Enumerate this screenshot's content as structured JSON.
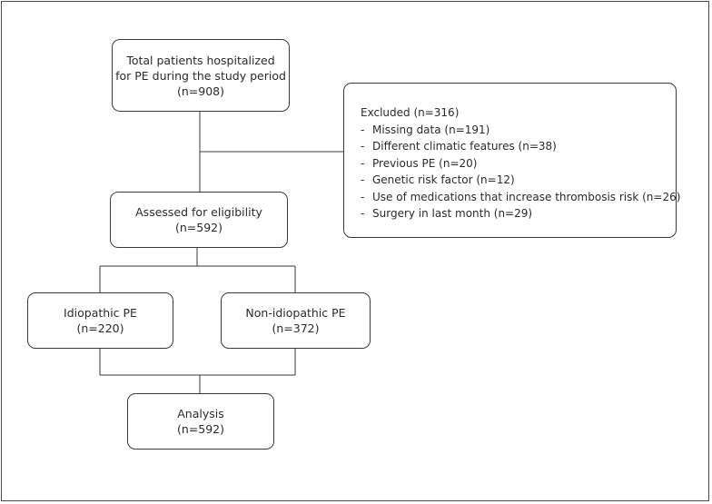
{
  "total": {
    "line1": "Total patients hospitalized",
    "line2": "for PE during the study period",
    "count": "(n=908)"
  },
  "excluded": {
    "title": "Excluded (n=316)",
    "items": [
      "Missing data (n=191)",
      "Different climatic features (n=38)",
      "Previous PE (n=20)",
      "Genetic risk factor (n=12)",
      "Use of medications that increase thrombosis risk (n=26)",
      "Surgery in last month (n=29)"
    ]
  },
  "assessed": {
    "line1": "Assessed for eligibility",
    "count": "(n=592)"
  },
  "idiopathic": {
    "line1": "Idiopathic PE",
    "count": "(n=220)"
  },
  "non_idiopathic": {
    "line1": "Non-idiopathic PE",
    "count": "(n=372)"
  },
  "analysis": {
    "line1": "Analysis",
    "count": "(n=592)"
  }
}
